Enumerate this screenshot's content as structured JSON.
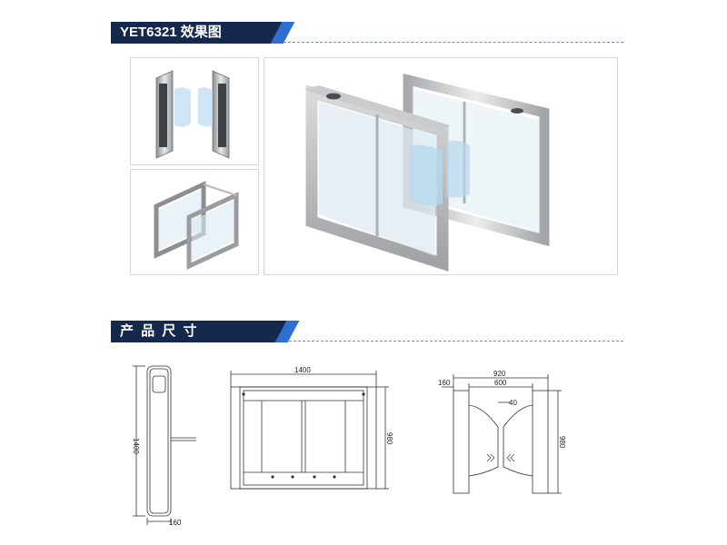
{
  "section1": {
    "title": "YET6321  效果图"
  },
  "section2": {
    "title": "产 品 尺 寸"
  },
  "dimensions": {
    "side_height": "1400",
    "side_depth": "160",
    "front_width": "1400",
    "front_height": "980",
    "top_total": "920",
    "top_passage": "600",
    "top_cabinet": "160",
    "top_gap": "40",
    "top_height": "980"
  },
  "colors": {
    "header_bg": "#15294d",
    "accent": "#2f6fd1"
  }
}
